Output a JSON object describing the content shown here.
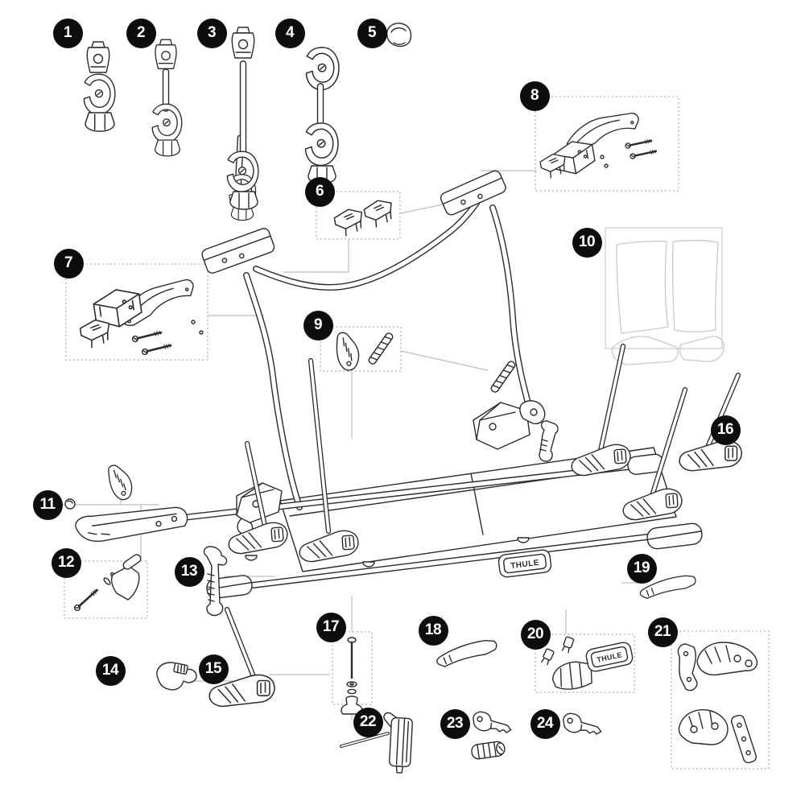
{
  "callouts": [
    {
      "number": "1"
    },
    {
      "number": "2"
    },
    {
      "number": "3"
    },
    {
      "number": "4"
    },
    {
      "number": "5"
    },
    {
      "number": "6"
    },
    {
      "number": "7"
    },
    {
      "number": "8"
    },
    {
      "number": "9"
    },
    {
      "number": "10"
    },
    {
      "number": "11"
    },
    {
      "number": "12"
    },
    {
      "number": "13"
    },
    {
      "number": "14"
    },
    {
      "number": "15"
    },
    {
      "number": "16"
    },
    {
      "number": "17"
    },
    {
      "number": "18"
    },
    {
      "number": "19"
    },
    {
      "number": "20"
    },
    {
      "number": "21"
    },
    {
      "number": "22"
    },
    {
      "number": "23"
    },
    {
      "number": "24"
    }
  ],
  "brand": {
    "rail_plate_text": "THULE",
    "cover_plate_text": "THULE"
  },
  "colors": {
    "background": "#ffffff",
    "badge_bg": "#0d0d0d",
    "badge_text": "#ffffff",
    "part_outline": "#2b2b2b",
    "leader_line": "#bdbdbd",
    "kit_box_border": "#b0b0b0",
    "pad_outline": "#c9c9c9"
  }
}
